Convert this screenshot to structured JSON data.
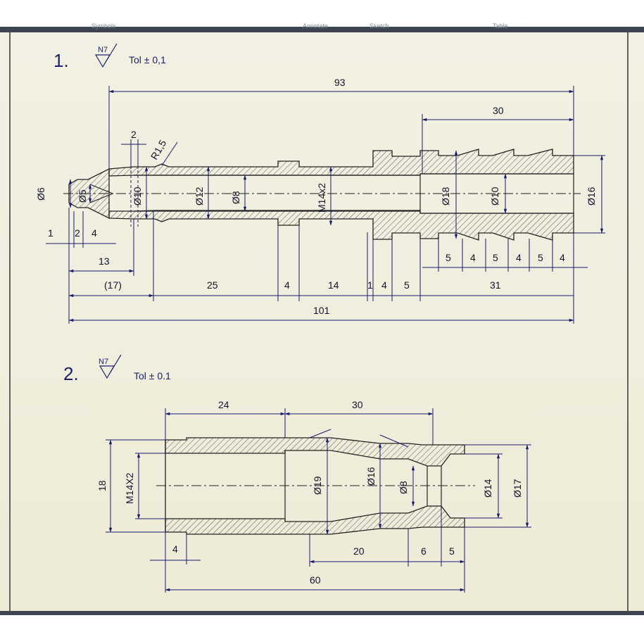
{
  "toolbar": {
    "tab1": "Symbols",
    "tab2": "Annotate",
    "tab3": "Sketch",
    "tab4": "Table"
  },
  "part1": {
    "number": "1.",
    "finish": "N7",
    "tolerance": "Tol ± 0,1",
    "dims": {
      "d93": "93",
      "d30": "30",
      "d2": "2",
      "r15": "R1,5",
      "o6": "Ø6",
      "o5": "Ø5",
      "o10a": "Ø10",
      "o12": "Ø12",
      "o8": "Ø8",
      "m14": "M14x2",
      "o18": "Ø18",
      "o10b": "Ø10",
      "o16": "Ø16",
      "b1": "1",
      "b2": "2",
      "b4": "4",
      "b13": "13",
      "b17": "(17)",
      "c25": "25",
      "c4a": "4",
      "c14": "14",
      "c1": "1",
      "c4b": "4",
      "c5": "5",
      "c31": "31",
      "r5a": "5",
      "r4a": "4",
      "r5b": "5",
      "r4b": "4",
      "r5c": "5",
      "r4c": "4",
      "d101": "101"
    }
  },
  "part2": {
    "number": "2.",
    "finish": "N7",
    "tolerance": "Tol ± 0.1",
    "dims": {
      "d24": "24",
      "d30": "30",
      "d18": "18",
      "m14": "M14X2",
      "o19": "Ø19",
      "o16": "Ø16",
      "o8": "Ø8",
      "o14": "Ø14",
      "o17": "Ø17",
      "d4": "4",
      "d20": "20",
      "d6": "6",
      "d5": "5",
      "d60": "60"
    }
  }
}
